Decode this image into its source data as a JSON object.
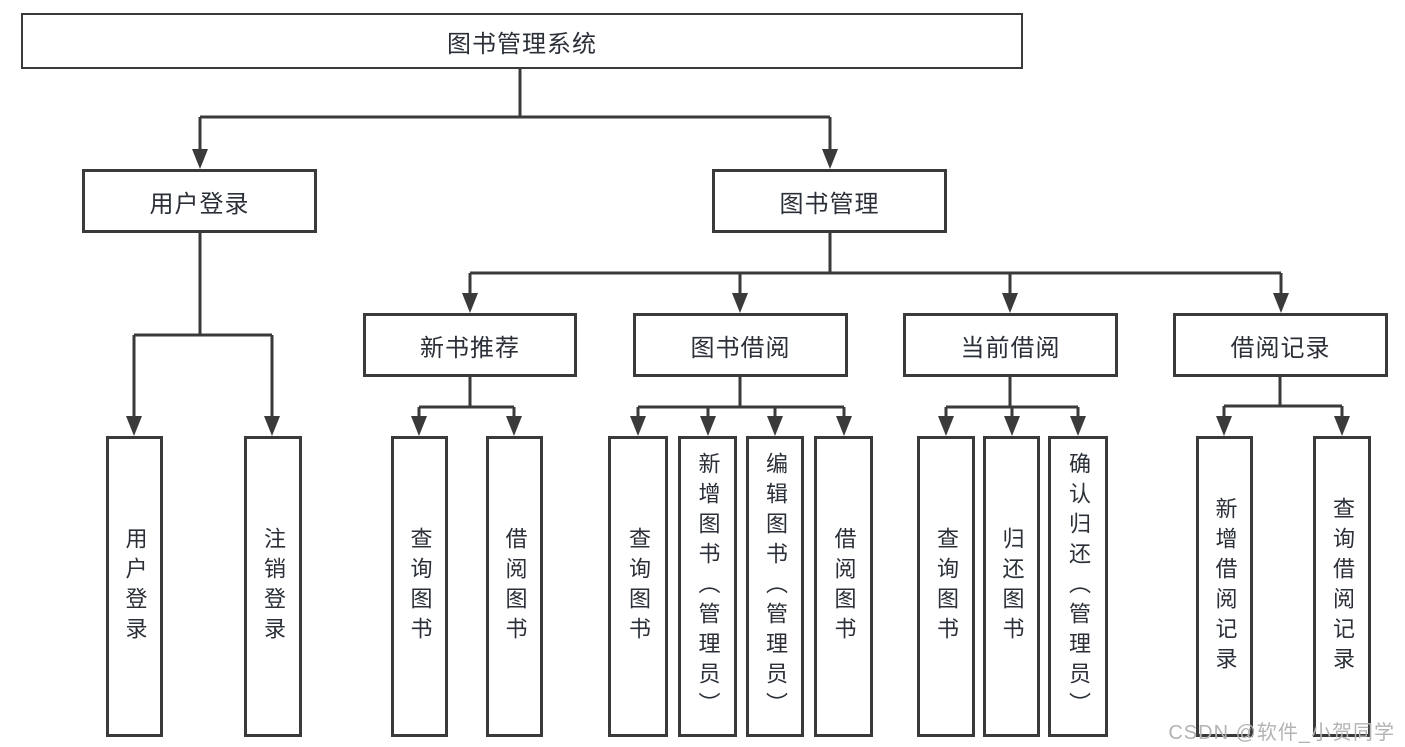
{
  "colors": {
    "line": "#3a3a3a",
    "text": "#2a2f38",
    "watermark": "#b3b3b3",
    "bg": "#ffffff"
  },
  "tree": {
    "root": {
      "label": "图书管理系统",
      "children": [
        {
          "label": "用户登录",
          "children": [
            {
              "label": "用户登录"
            },
            {
              "label": "注销登录"
            }
          ]
        },
        {
          "label": "图书管理",
          "children": [
            {
              "label": "新书推荐",
              "children": [
                {
                  "label": "查询图书"
                },
                {
                  "label": "借阅图书"
                }
              ]
            },
            {
              "label": "图书借阅",
              "children": [
                {
                  "label": "查询图书"
                },
                {
                  "label": "新增图书（管理员）"
                },
                {
                  "label": "编辑图书（管理员）"
                },
                {
                  "label": "借阅图书"
                }
              ]
            },
            {
              "label": "当前借阅",
              "children": [
                {
                  "label": "查询图书"
                },
                {
                  "label": "归还图书"
                },
                {
                  "label": "确认归还（管理员）"
                }
              ]
            },
            {
              "label": "借阅记录",
              "children": [
                {
                  "label": "新增借阅记录"
                },
                {
                  "label": "查询借阅记录"
                }
              ]
            }
          ]
        }
      ]
    }
  },
  "watermark": {
    "text": "CSDN @软件_小贺同学"
  }
}
